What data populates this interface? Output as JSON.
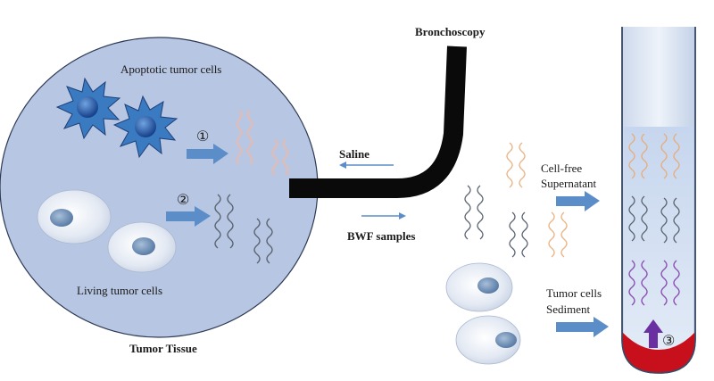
{
  "labels": {
    "bronchoscopy": "Bronchoscopy",
    "apoptotic": "Apoptotic tumor cells",
    "living": "Living tumor cells",
    "tissue": "Tumor Tissue",
    "saline": "Saline",
    "bwf": "BWF samples",
    "supernatant_line1": "Cell-free",
    "supernatant_line2": "Supernatant",
    "sediment_line1": "Tumor cells",
    "sediment_line2": "Sediment"
  },
  "steps": {
    "one": "①",
    "two": "②",
    "three": "③"
  },
  "colors": {
    "tissue_fill": "#b7c6e2",
    "tissue_stroke": "#2e3a55",
    "apoptotic_cell": "#3a7ac0",
    "nucleus": "#1f4fa0",
    "living_cell": "#e9eef6",
    "arrow_blue": "#5b8ec9",
    "scope_black": "#0a0a0a",
    "dna_faded_pink": "#f0b9a8",
    "dna_gray": "#5a6470",
    "dna_orange": "#e8a770",
    "dna_purple": "#8a4fb0",
    "sediment_red": "#c8101c",
    "arrow_purple": "#6a2fa0"
  }
}
